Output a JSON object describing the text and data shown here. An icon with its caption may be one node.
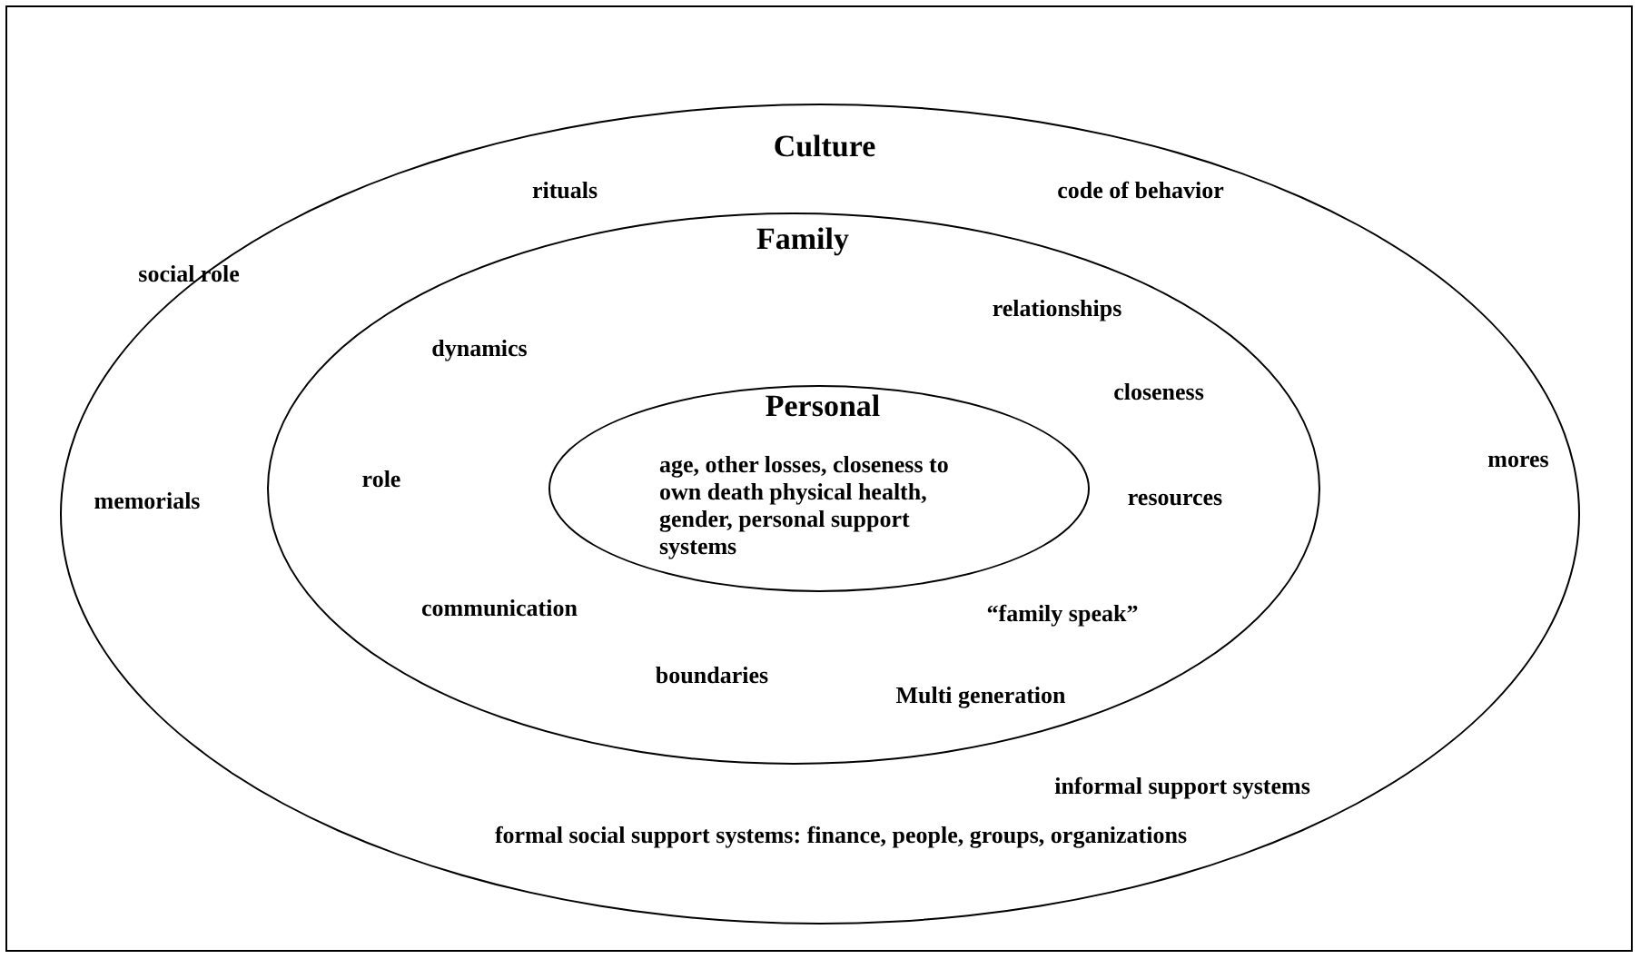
{
  "diagram": {
    "nodes": [
      {
        "text": [
          "Culture",
          "rituals",
          "code of behavior",
          "social role",
          "memorials",
          "mores",
          "informal support systems",
          "formal social support systems: finance, people, groups, organizations"
        ]
      },
      {
        "text": [
          "Family",
          "relationships",
          "dynamics",
          "closeness",
          "role",
          "resources",
          "communication",
          "“family speak”",
          "boundaries",
          "Multi generation"
        ],
        "in": 0
      },
      {
        "text": [
          "Personal",
          "age, other losses, closeness to own death physical health, gender, personal support systems"
        ],
        "in": 1
      }
    ]
  }
}
